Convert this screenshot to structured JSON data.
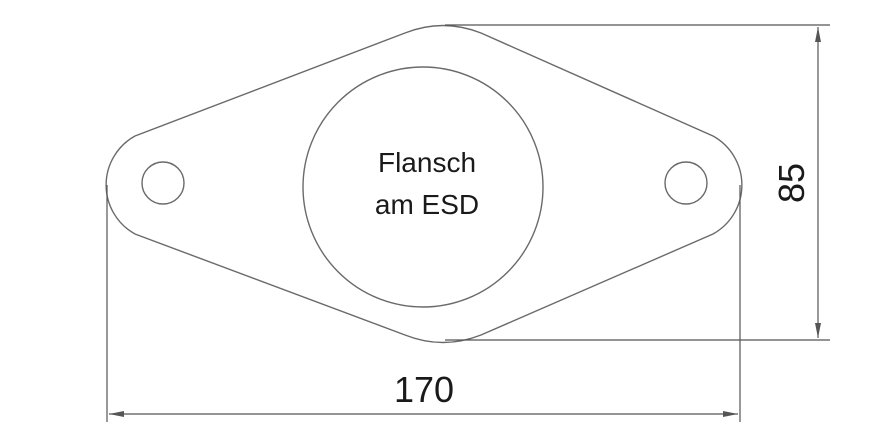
{
  "diagram": {
    "label_line1": "Flansch",
    "label_line2": "am ESD",
    "width_dimension": "170",
    "height_dimension": "85"
  },
  "colors": {
    "line": "#6a6a6a",
    "text": "#1a1a1a"
  }
}
